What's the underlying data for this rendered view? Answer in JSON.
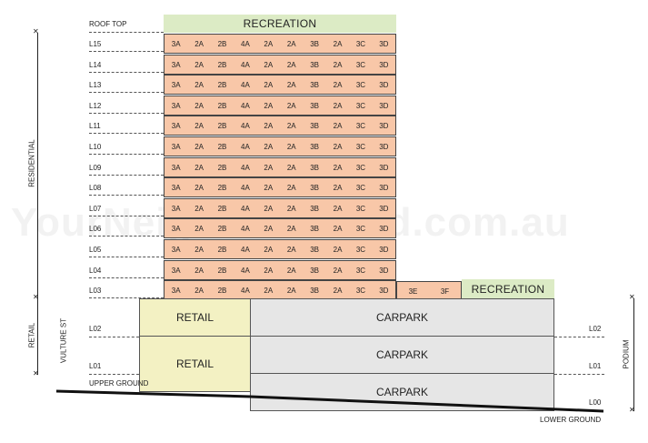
{
  "watermark": "YourNeighbourhood.com.au",
  "roof_label": "ROOF TOP",
  "recreation_label": "RECREATION",
  "residential_levels": [
    "L15",
    "L14",
    "L13",
    "L12",
    "L11",
    "L10",
    "L09",
    "L08",
    "L07",
    "L06",
    "L05",
    "L04",
    "L03"
  ],
  "unit_types": [
    "3A",
    "2A",
    "2B",
    "4A",
    "2A",
    "2A",
    "3B",
    "2A",
    "3C",
    "3D"
  ],
  "l03_extra_units": [
    "3E",
    "3F"
  ],
  "podium_recreation": "RECREATION",
  "retail_label": "RETAIL",
  "carpark_label": "CARPARK",
  "left_levels": {
    "l02": "L02",
    "l01": "L01",
    "upper_ground": "UPPER GROUND"
  },
  "right_levels": {
    "l02": "L02",
    "l01": "L01",
    "l00": "L00",
    "lower_ground": "LOWER GROUND"
  },
  "side_labels": {
    "residential": "RESIDENTIAL",
    "retail": "RETAIL",
    "street": "VULTURE ST",
    "podium": "PODIUM"
  }
}
